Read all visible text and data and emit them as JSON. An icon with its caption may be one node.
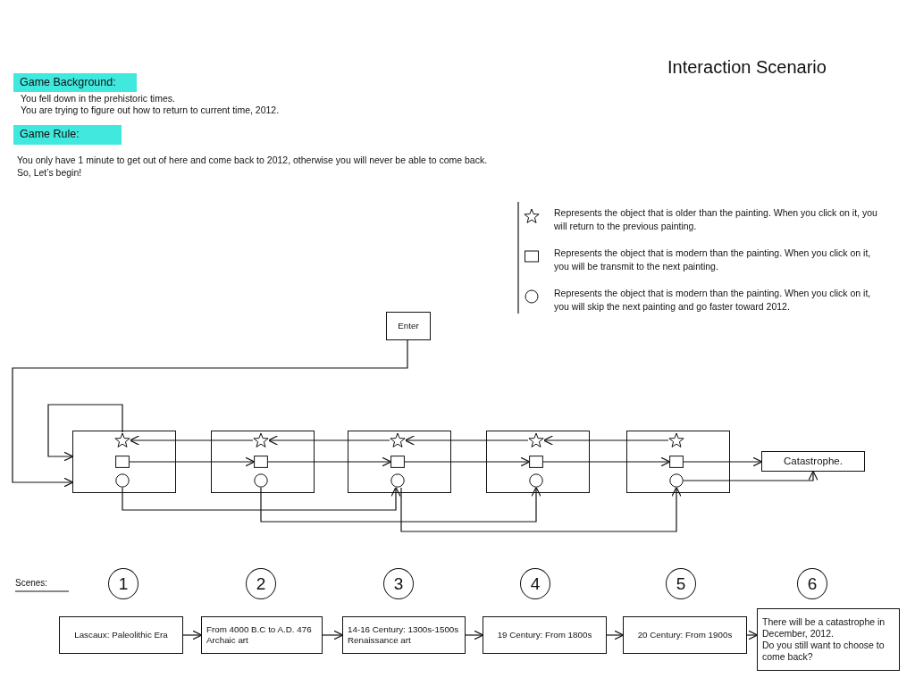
{
  "diagram": {
    "title": "Interaction Scenario",
    "nodes": [
      {
        "text": [
          "Enter"
        ]
      },
      {
        "text": [],
        "shape": "box"
      },
      {
        "text": [],
        "shape": "star",
        "in": 1
      },
      {
        "text": [],
        "shape": "box",
        "in": 1
      },
      {
        "text": [],
        "shape": "circle",
        "in": 1
      },
      {
        "text": [],
        "shape": "box"
      },
      {
        "text": [],
        "shape": "star",
        "in": 5
      },
      {
        "text": [],
        "shape": "box",
        "in": 5
      },
      {
        "text": [],
        "shape": "circle",
        "in": 5
      },
      {
        "text": [],
        "shape": "box"
      },
      {
        "text": [],
        "shape": "star",
        "in": 9
      },
      {
        "text": [],
        "shape": "box",
        "in": 9
      },
      {
        "text": [],
        "shape": "circle",
        "in": 9
      },
      {
        "text": [],
        "shape": "box"
      },
      {
        "text": [],
        "shape": "star",
        "in": 13
      },
      {
        "text": [],
        "shape": "box",
        "in": 13
      },
      {
        "text": [],
        "shape": "circle",
        "in": 13
      },
      {
        "text": [],
        "shape": "box"
      },
      {
        "text": [],
        "shape": "star",
        "in": 17
      },
      {
        "text": [],
        "shape": "box",
        "in": 17
      },
      {
        "text": [],
        "shape": "circle",
        "in": 17
      },
      {
        "text": [
          "Catastrophe."
        ]
      },
      {
        "text": [
          "1"
        ]
      },
      {
        "text": [
          "2"
        ]
      },
      {
        "text": [
          "3"
        ]
      },
      {
        "text": [
          "4"
        ]
      },
      {
        "text": [
          "5"
        ]
      },
      {
        "text": [
          "6"
        ]
      },
      {
        "text": [
          "Lascaux: Paleolithic Era"
        ]
      },
      {
        "text": [
          "From 4000 B.C to A.D. 476 Archaic art"
        ]
      },
      {
        "text": [
          "14-16 Century: 1300s-1500s Renaissance art"
        ]
      },
      {
        "text": [
          "19 Century: From 1800s"
        ]
      },
      {
        "text": [
          "20 Century: From 1900s"
        ]
      },
      {
        "text": [
          "There will be a catastrophe in December, 2012.",
          "Do you still want to choose to come back?"
        ]
      }
    ],
    "edges": [
      {
        "from": 0,
        "to": 1,
        "arrow": "to"
      },
      {
        "from": 2,
        "to": 1,
        "arrow": "to"
      },
      {
        "from": 6,
        "to": 2,
        "arrow": "to"
      },
      {
        "from": 10,
        "to": 6,
        "arrow": "to"
      },
      {
        "from": 14,
        "to": 10,
        "arrow": "to"
      },
      {
        "from": 18,
        "to": 14,
        "arrow": "to"
      },
      {
        "from": 3,
        "to": 7,
        "arrow": "to"
      },
      {
        "from": 7,
        "to": 11,
        "arrow": "to"
      },
      {
        "from": 11,
        "to": 15,
        "arrow": "to"
      },
      {
        "from": 15,
        "to": 19,
        "arrow": "to"
      },
      {
        "from": 19,
        "to": 21,
        "arrow": "to"
      },
      {
        "from": 4,
        "to": 12,
        "arrow": "to"
      },
      {
        "from": 8,
        "to": 16,
        "arrow": "to"
      },
      {
        "from": 12,
        "to": 20,
        "arrow": "to"
      },
      {
        "from": 20,
        "to": 21,
        "arrow": "to"
      },
      {
        "from": 28,
        "to": 29,
        "arrow": "to"
      },
      {
        "from": 29,
        "to": 30,
        "arrow": "to"
      },
      {
        "from": 30,
        "to": 31,
        "arrow": "to"
      },
      {
        "from": 31,
        "to": 32,
        "arrow": "to"
      },
      {
        "from": 32,
        "to": 33,
        "arrow": "to"
      }
    ],
    "labels": [
      "Game Background:",
      "You fell down in the prehistoric times.",
      "You are trying to figure out how to return to current time, 2012.",
      "Game Rule:",
      "You only have 1 minute to get out of here and come back to 2012, otherwise you will never be able to come back.",
      "So, Let’s begin!",
      "Scenes:"
    ],
    "legend": [
      {
        "text": "Represents the object that is older than the painting. When you click on it, you will return to the previous painting."
      },
      {
        "text": "Represents the object that is modern than the painting. When you click on it, you will be transmit to the next painting."
      },
      {
        "text": "Represents the object that is modern than the painting. When you click on it, you will skip the next painting and go faster toward 2012."
      }
    ]
  }
}
